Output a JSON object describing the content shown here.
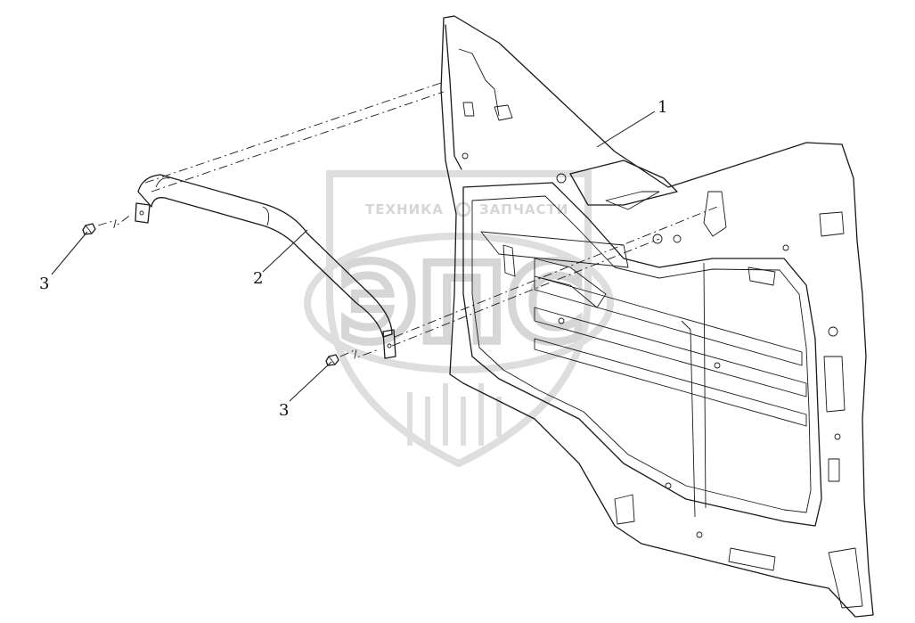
{
  "watermark": {
    "left_text": "ТЕХНИКА",
    "right_text": "ЗАПЧАСТИ",
    "logo_text": "ЭПС"
  },
  "callouts": {
    "door_panel": "1",
    "handrail": "2",
    "bolt_upper": "3",
    "bolt_lower": "3"
  }
}
